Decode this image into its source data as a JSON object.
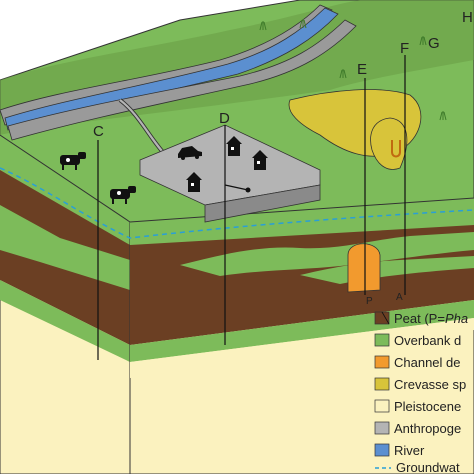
{
  "profile_labels": {
    "C": "C",
    "D": "D",
    "E": "E",
    "F": "F",
    "G": "G",
    "H": "H",
    "P": "P",
    "A": "A"
  },
  "legend": {
    "peat_prefix": "Peat (P=",
    "peat_italic": "Pha",
    "overbank": "Overbank d",
    "channel": "Channel de",
    "crevasse": "Crevasse sp",
    "pleistocene": "Pleistocene",
    "anthropogenic": "Anthropoge",
    "river": "River",
    "groundwater": "Groundwat"
  },
  "colors": {
    "peat": "#6b3f23",
    "overbank": "#7dbb5a",
    "channel": "#f29a2e",
    "crevasse": "#d8c43a",
    "pleistocene": "#fbf2bf",
    "anthropogenic": "#b4b4b4",
    "river": "#5b8fd0",
    "groundwater": "#2a9fd6"
  },
  "icons": [
    "cow-icon",
    "cow-icon",
    "car-icon",
    "house-icon",
    "house-icon",
    "house-icon"
  ]
}
